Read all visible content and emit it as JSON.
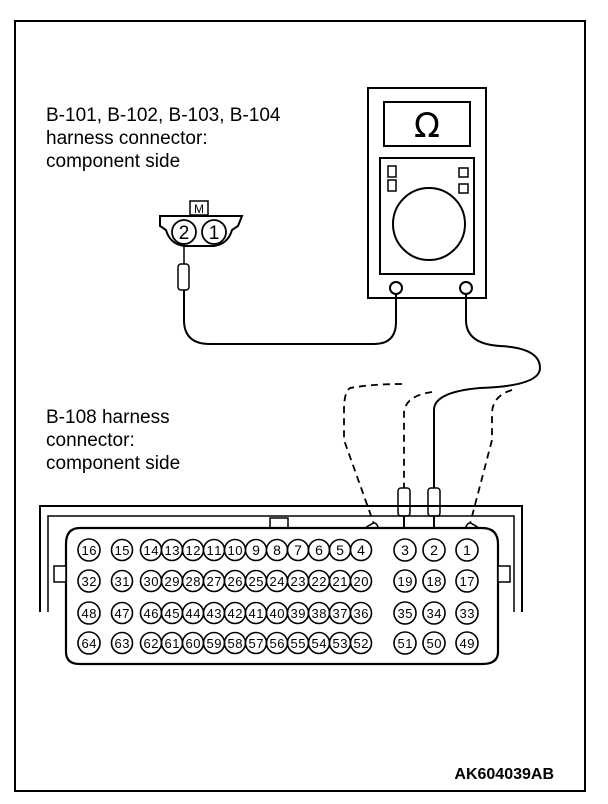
{
  "labels": {
    "top": [
      "B-101, B-102, B-103, B-104",
      "harness connector:",
      "component side"
    ],
    "bottom": [
      "B-108 harness",
      "connector:",
      "component side"
    ]
  },
  "meter_symbol": "Ω",
  "small_connector": {
    "marker": "M",
    "pins": [
      "2",
      "1"
    ]
  },
  "large_connector": {
    "rows": [
      [
        "16",
        "15",
        "14",
        "13",
        "12",
        "11",
        "10",
        "9",
        "8",
        "7",
        "6",
        "5",
        "4",
        "3",
        "2",
        "1"
      ],
      [
        "32",
        "31",
        "30",
        "29",
        "28",
        "27",
        "26",
        "25",
        "24",
        "23",
        "22",
        "21",
        "20",
        "19",
        "18",
        "17"
      ],
      [
        "48",
        "47",
        "46",
        "45",
        "44",
        "43",
        "42",
        "41",
        "40",
        "39",
        "38",
        "37",
        "36",
        "35",
        "34",
        "33"
      ],
      [
        "64",
        "63",
        "62",
        "61",
        "60",
        "59",
        "58",
        "57",
        "56",
        "55",
        "54",
        "53",
        "52",
        "51",
        "50",
        "49"
      ]
    ]
  },
  "figure_code": "AK604039AB"
}
